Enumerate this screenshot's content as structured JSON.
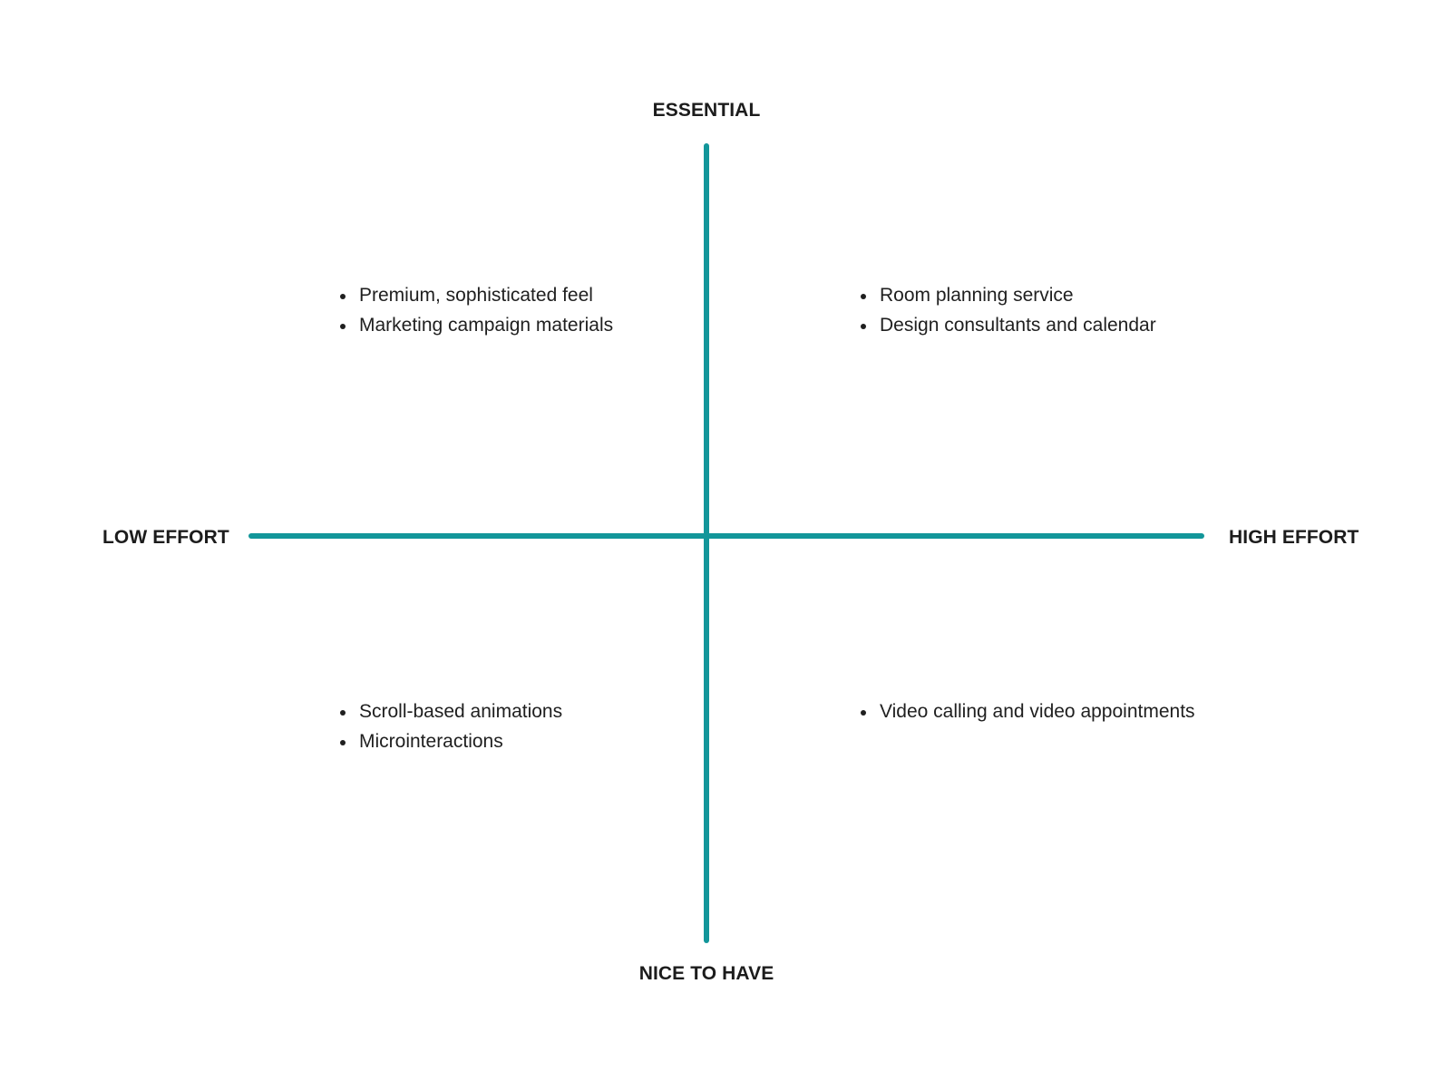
{
  "axes": {
    "top": "ESSENTIAL",
    "bottom": "NICE TO HAVE",
    "left": "LOW EFFORT",
    "right": "HIGH EFFORT",
    "color": "#12969a"
  },
  "quadrants": {
    "top_left": [
      "Premium, sophisticated feel",
      "Marketing campaign materials"
    ],
    "top_right": [
      "Room planning service",
      "Design consultants and calendar"
    ],
    "bottom_left": [
      "Scroll-based animations",
      "Microinteractions"
    ],
    "bottom_right": [
      "Video calling and video appointments"
    ]
  }
}
